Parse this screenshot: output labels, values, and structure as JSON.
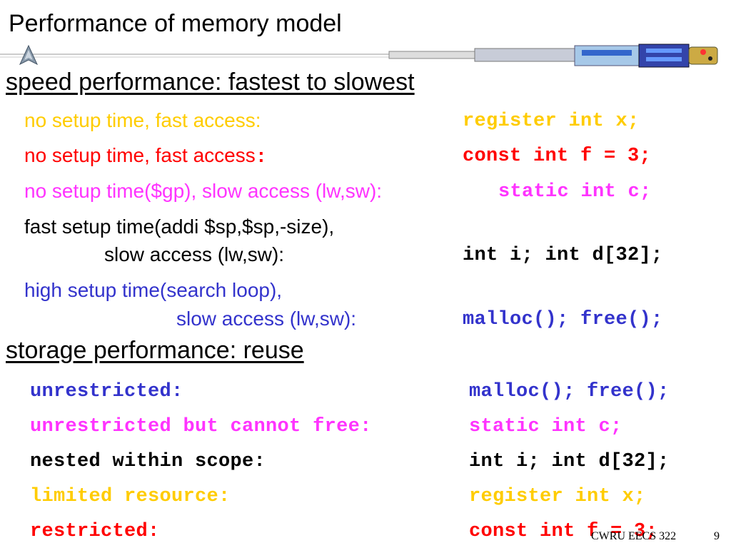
{
  "slide": {
    "title": "Performance of memory model",
    "page_number": "9",
    "footer_text": "CWRU EECS 322"
  },
  "speed": {
    "heading": "speed performance: fastest to slowest",
    "rows": [
      {
        "label": "no setup time, fast access:",
        "code": "register int x;",
        "color": "#ffcc00"
      },
      {
        "label": "no setup time, fast access",
        "suffix": ":",
        "code": "const int f = 3;",
        "color": "#ff0000"
      },
      {
        "label": "no setup time($gp), slow access (lw,sw):",
        "code": "static int c;",
        "color": "#ff33ff"
      },
      {
        "label": "fast setup time(addi $sp,$sp,-size),",
        "label2": "slow access (lw,sw):",
        "code": "int i; int d[32];",
        "color": "#000000"
      },
      {
        "label": "high setup time(search loop),",
        "label2": "slow access (lw,sw):",
        "code": "malloc(); free();",
        "color": "#3333cc"
      }
    ]
  },
  "storage": {
    "heading": "storage performance: reuse",
    "rows": [
      {
        "label": "unrestricted:",
        "code": "malloc(); free();",
        "color": "#3333cc"
      },
      {
        "label": "unrestricted but cannot free:",
        "code": "static int c;",
        "color": "#ff33ff"
      },
      {
        "label": "nested within scope:",
        "code": "int i; int d[32];",
        "color": "#000000"
      },
      {
        "label": "limited resource:",
        "code": "register int x;",
        "color": "#ffcc00"
      },
      {
        "label": "restricted:",
        "code": "const int f = 3;",
        "color": "#ff0000"
      }
    ]
  }
}
